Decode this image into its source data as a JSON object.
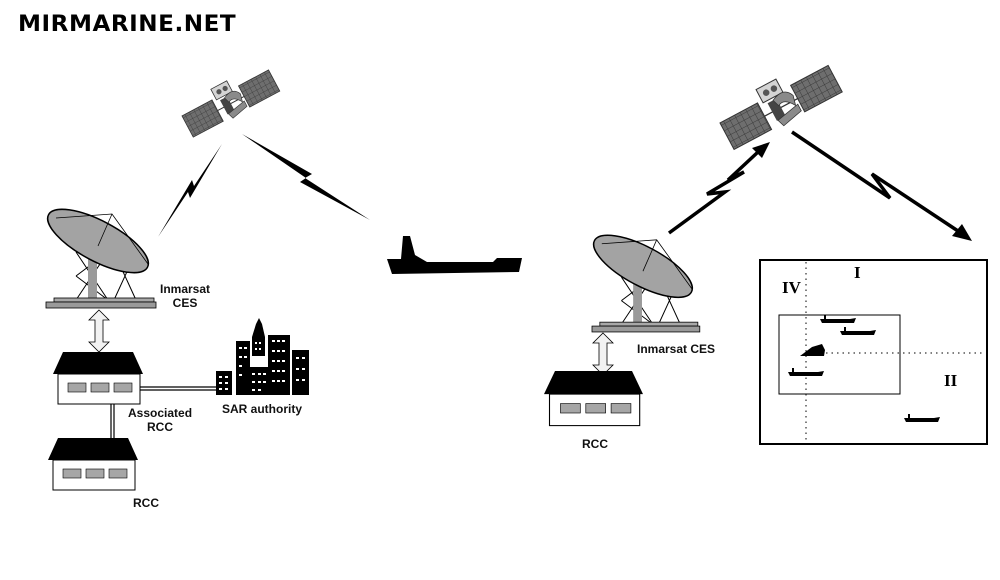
{
  "brand": {
    "title": "MIRMARINE.NET"
  },
  "left_system": {
    "satellite_label": "",
    "ces_label_line1": "Inmarsat",
    "ces_label_line2": "CES",
    "associated_rcc_line1": "Associated",
    "associated_rcc_line2": "RCC",
    "sar_label": "SAR authority",
    "rcc_label": "RCC"
  },
  "right_system": {
    "ces_label": "Inmarsat CES",
    "rcc_label": "RCC"
  },
  "search_area": {
    "quadrants": [
      "I",
      "II",
      "IV"
    ],
    "ship_count": 5
  },
  "colors": {
    "ink": "#000000",
    "dish_gray": "#a0a0a0",
    "panel_gray": "#6b6b6b",
    "window_gray": "#a6a6a6",
    "arrow_fill": "#f2f2f2"
  }
}
